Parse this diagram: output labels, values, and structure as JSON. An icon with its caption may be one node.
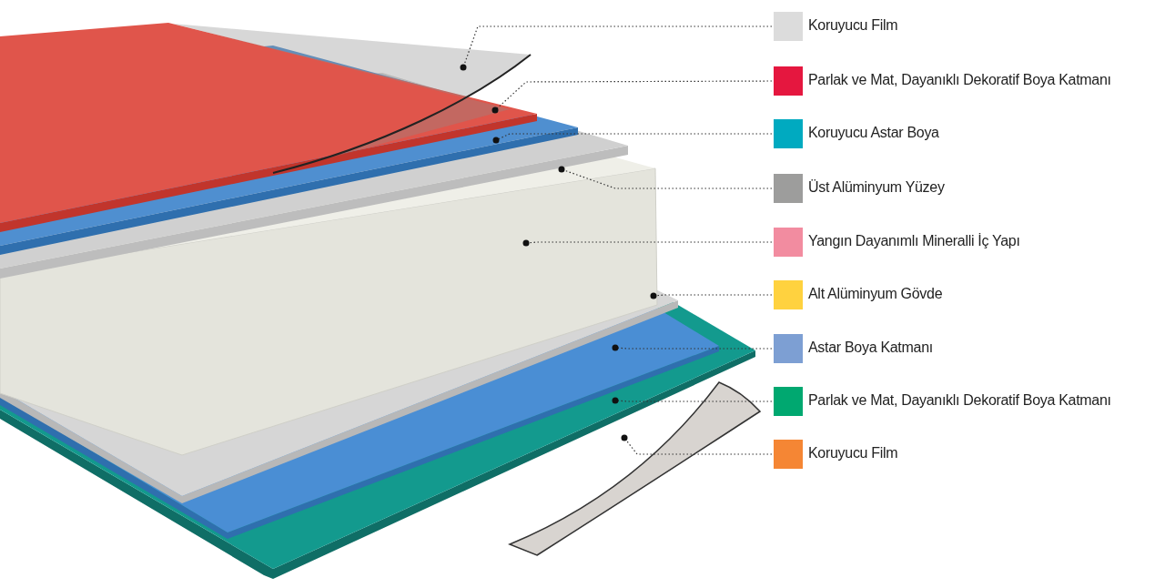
{
  "diagram": {
    "nodes": [
      {
        "text": [],
        "shape": "box"
      },
      {
        "text": [],
        "shape": "box"
      },
      {
        "text": [],
        "shape": "box"
      },
      {
        "text": [],
        "shape": "box"
      },
      {
        "text": [],
        "shape": "box"
      },
      {
        "text": [],
        "shape": "box"
      },
      {
        "text": [],
        "shape": "box"
      },
      {
        "text": [],
        "shape": "box"
      },
      {
        "text": [],
        "shape": "box"
      }
    ],
    "edges": [
      {
        "from": 0,
        "to": null,
        "arrow": "other",
        "style": "dashed"
      },
      {
        "from": 1,
        "to": null,
        "arrow": "other",
        "style": "dashed"
      },
      {
        "from": 2,
        "to": null,
        "arrow": "other",
        "style": "dashed"
      },
      {
        "from": 3,
        "to": null,
        "arrow": "other",
        "style": "dashed"
      },
      {
        "from": 4,
        "to": null,
        "arrow": "other",
        "style": "dashed"
      },
      {
        "from": 5,
        "to": null,
        "arrow": "other",
        "style": "dashed"
      },
      {
        "from": 6,
        "to": null,
        "arrow": "other",
        "style": "dashed"
      },
      {
        "from": 7,
        "to": null,
        "arrow": "other",
        "style": "dashed"
      },
      {
        "from": 8,
        "to": null,
        "arrow": "other",
        "style": "dashed"
      }
    ],
    "legend": [
      {
        "text": "Koruyucu Film",
        "color": "#dcdcdc"
      },
      {
        "text": "Parlak ve Mat, Dayanıklı Dekoratif Boya Katmanı",
        "color": "#e5173f"
      },
      {
        "text": "Koruyucu Astar Boya",
        "color": "#00aac0"
      },
      {
        "text": "Üst Alüminyum Yüzey",
        "color": "#9d9d9c"
      },
      {
        "text": "Yangın Dayanımlı Mineralli İç Yapı",
        "color": "#f28ca0"
      },
      {
        "text": "Alt Alüminyum Gövde",
        "color": "#ffd23f"
      },
      {
        "text": "Astar Boya Katmanı",
        "color": "#7d9fd3"
      },
      {
        "text": "Parlak ve Mat, Dayanıklı Dekoratif Boya Katmanı",
        "color": "#00a870"
      },
      {
        "text": "Koruyucu Film",
        "color": "#f58634"
      }
    ]
  }
}
